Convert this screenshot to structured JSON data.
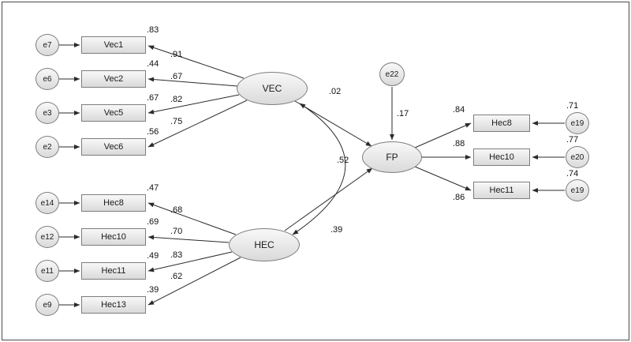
{
  "diagram": {
    "latents": {
      "vec": "VEC",
      "hec": "HEC",
      "fp": "FP"
    },
    "vec_block": {
      "indicators": [
        {
          "error": "e7",
          "label": "Vec1",
          "r2": ".83",
          "loading": ".91"
        },
        {
          "error": "e6",
          "label": "Vec2",
          "r2": ".44",
          "loading": ".67"
        },
        {
          "error": "e3",
          "label": "Vec5",
          "r2": ".67",
          "loading": ".82"
        },
        {
          "error": "e2",
          "label": "Vec6",
          "r2": ".56",
          "loading": ".75"
        }
      ]
    },
    "hec_block": {
      "indicators": [
        {
          "error": "e14",
          "label": "Hec8",
          "r2": ".47",
          "loading": ".68"
        },
        {
          "error": "e12",
          "label": "Hec10",
          "r2": ".69",
          "loading": ".70"
        },
        {
          "error": "e11",
          "label": "Hec11",
          "r2": ".49",
          "loading": ".83"
        },
        {
          "error": "e9",
          "label": "Hec13",
          "r2": ".39",
          "loading": ".62"
        }
      ]
    },
    "fp_block": {
      "disturbance": {
        "label": "e22",
        "path_value": ".17"
      },
      "indicators": [
        {
          "label": "Hec8",
          "loading": ".84",
          "error": "e19",
          "error_value": ".71"
        },
        {
          "label": "Hec10",
          "loading": ".88",
          "error": "e20",
          "error_value": ".77"
        },
        {
          "label": "Hec11",
          "loading": ".86",
          "error": "e19",
          "error_value": ".74"
        }
      ]
    },
    "structural": {
      "vec_to_fp": ".02",
      "vec_hec_covariance": ".52",
      "hec_to_fp": ".39"
    }
  }
}
